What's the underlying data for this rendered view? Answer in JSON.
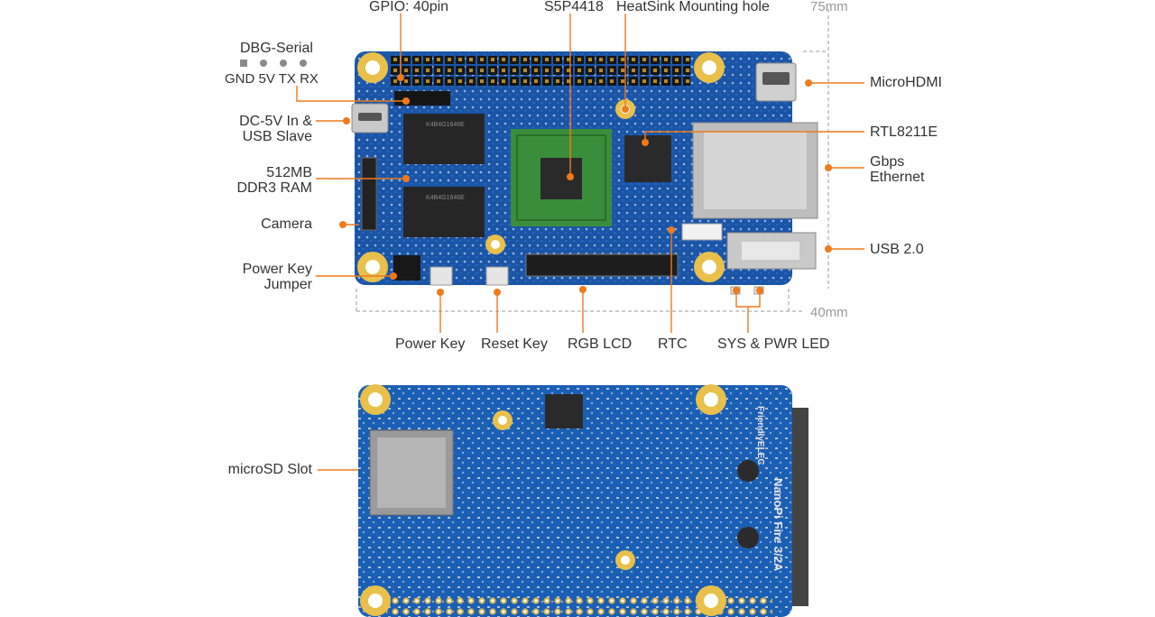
{
  "colors": {
    "pcb_top": "#1b55a8",
    "pcb_bottom": "#1a5fb4",
    "leader": "#f07a1c",
    "text": "#333333",
    "dimension": "#9a9a9a",
    "pad_gold": "#e8c04a"
  },
  "top_labels": {
    "gpio": "GPIO: 40pin",
    "soc": "S5P4418",
    "heatsink": "HeatSink Mounting hole"
  },
  "dimensions": {
    "width": "75mm",
    "height": "40mm"
  },
  "left_labels": {
    "dbg_serial": "DBG-Serial",
    "dbg_pins": "GND 5V TX RX",
    "dc_in_1": "DC-5V In &",
    "dc_in_2": "USB Slave",
    "ram_1": "512MB",
    "ram_2": "DDR3 RAM",
    "camera": "Camera",
    "power_jumper_1": "Power Key",
    "power_jumper_2": "Jumper",
    "microsd": "microSD Slot"
  },
  "right_labels": {
    "microhdmi": "MicroHDMI",
    "rtl8211e": "RTL8211E",
    "ethernet_1": "Gbps",
    "ethernet_2": "Ethernet",
    "usb": "USB 2.0"
  },
  "bottom_labels": {
    "power_key": "Power Key",
    "reset_key": "Reset Key",
    "rgb_lcd": "RGB LCD",
    "rtc": "RTC",
    "leds": "SYS & PWR LED"
  },
  "silkscreen": {
    "brand": "FriendlyELEC",
    "board_name": "NanoPi Fire 3/2A",
    "ram_chip": "K4B4G1646E"
  }
}
